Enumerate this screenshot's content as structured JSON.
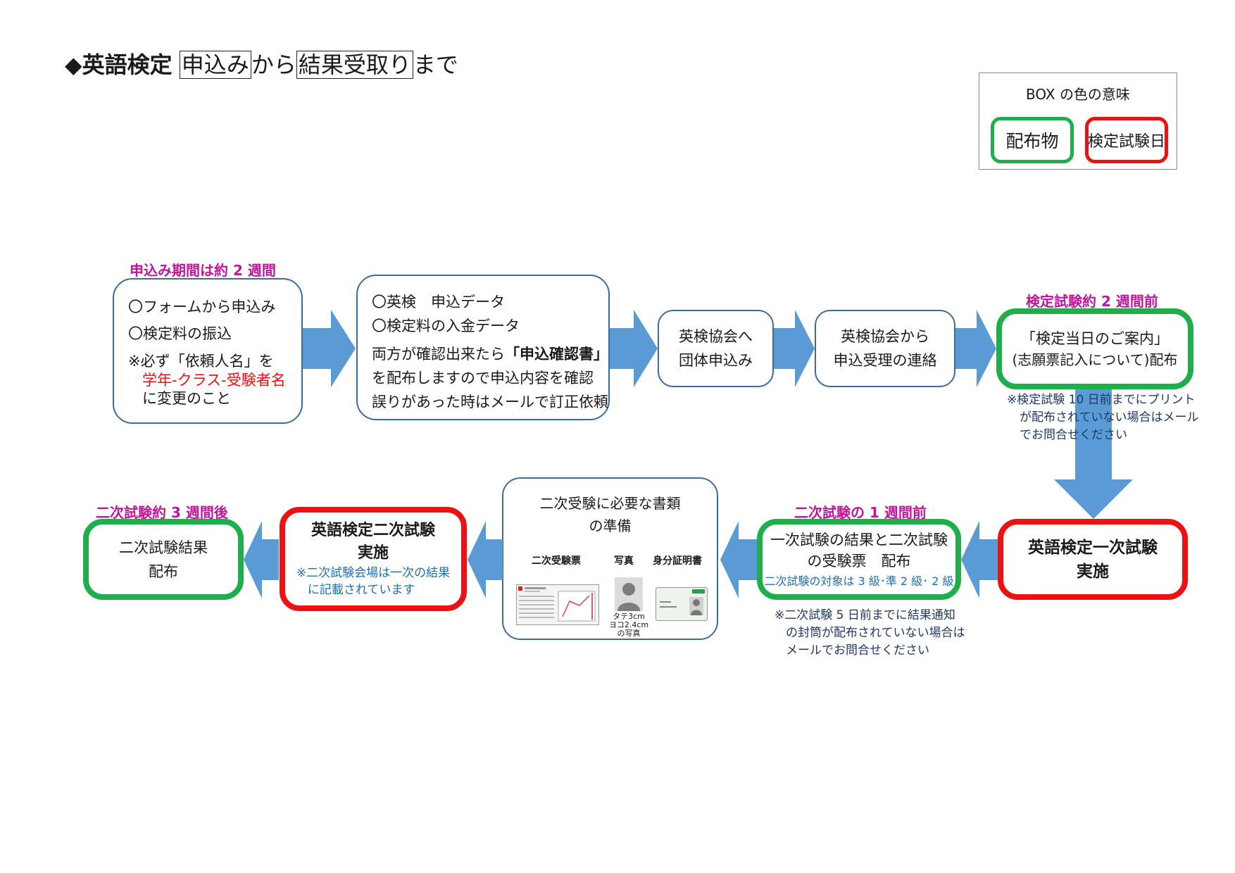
{
  "title": {
    "lead": "◆英語検定",
    "box1": "申込み",
    "mid": "から",
    "box2": "結果受取り",
    "tail": "まで"
  },
  "legend": {
    "heading": "BOX の色の意味",
    "green_label": "配布物",
    "red_label": "検定試験日"
  },
  "colors": {
    "green": "#1fae4b",
    "red": "#ee1111",
    "arrow": "#5b9bd5",
    "magenta": "#c0169a",
    "blue_border": "#3f6b9a"
  },
  "row1": {
    "apply": {
      "caption": "申込み期間は約 2 週間",
      "line1": "〇フォームから申込み",
      "line2": "〇検定料の振込",
      "line3": "※必ず「依頼人名」を",
      "line4": "学年-クラス-受験者名",
      "line5": "に変更のこと"
    },
    "confirm": {
      "line1": "〇英検　申込データ",
      "line2": "〇検定料の入金データ",
      "line3_pre": "両方が確認出来たら",
      "line3_bold": "「申込確認書」",
      "line4": "を配布しますので申込内容を確認",
      "line5": "誤りがあった時はメールで訂正依頼"
    },
    "group": {
      "line1": "英検協会へ",
      "line2": "団体申込み"
    },
    "receipt": {
      "line1": "英検協会から",
      "line2": "申込受理の連絡"
    },
    "guide": {
      "caption": "検定試験約 2 週間前",
      "line1": "「検定当日のご案内」",
      "line2": "(志願票記入について)配布",
      "note1": "※検定試験 10 日前までにプリント",
      "note2": "が配布されていない場合はメール",
      "note3": "でお問合せください"
    }
  },
  "row2": {
    "exam1": {
      "line1": "英語検定一次試験",
      "line2": "実施"
    },
    "result1": {
      "caption": "二次試験の 1 週間前",
      "line1": "一次試験の結果と二次試験",
      "line2": "の受験票　配布",
      "sub": "二次試験の対象は 3 級･準 2 級･ 2 級",
      "note1": "※二次試験 5 日前までに結果通知",
      "note2": "の封筒が配布されていない場合は",
      "note3": "メールでお問合せください"
    },
    "docs": {
      "line1": "二次受験に必要な書類",
      "line2": "の準備",
      "ticket_label": "二次受験票",
      "photo_label": "写真",
      "id_label": "身分証明書",
      "photo_cap1": "タテ3cm",
      "photo_cap2": "ヨコ2.4cm",
      "photo_cap3": "の写真"
    },
    "exam2": {
      "line1": "英語検定二次試験",
      "line2": "実施",
      "note1": "※二次試験会場は一次の結果",
      "note2": "に記載されています"
    },
    "result2": {
      "caption": "二次試験約 3 週間後",
      "line1": "二次試験結果",
      "line2": "配布"
    }
  }
}
